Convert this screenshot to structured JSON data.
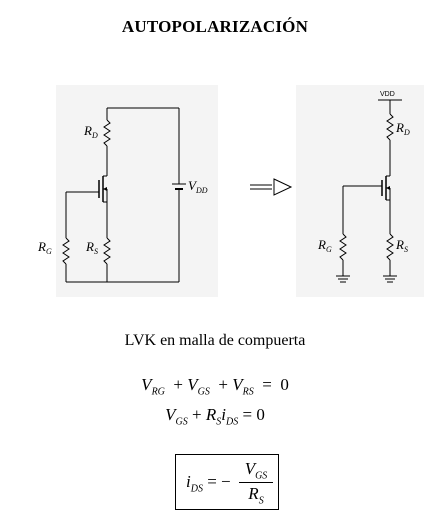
{
  "title": "AUTOPOLARIZACIÓN",
  "left_circuit": {
    "rd_main": "R",
    "rd_sub": "D",
    "rg_main": "R",
    "rg_sub": "G",
    "rs_main": "R",
    "rs_sub": "S",
    "vdd_main": "V",
    "vdd_sub": "DD"
  },
  "equivalence_symbol": "═▷",
  "right_circuit": {
    "vdd": "VDD",
    "rd_main": "R",
    "rd_sub": "D",
    "rg_main": "R",
    "rg_sub": "G",
    "rs_main": "R",
    "rs_sub": "S"
  },
  "section_heading": "LVK en malla de compuerta",
  "equation_1": {
    "t1": "V",
    "t1_sub": "RG",
    "op1": "+",
    "t2": "V",
    "t2_sub": "GS",
    "op2": "+",
    "t3": "V",
    "t3_sub": "RS",
    "eq": "=",
    "rhs": "0"
  },
  "equation_2": {
    "t1": "V",
    "t1_sub": "GS",
    "op1": "+",
    "t2": "R",
    "t2_sub": "S",
    "t3": "i",
    "t3_sub": "DS",
    "eq": "=",
    "rhs": "0"
  },
  "result": {
    "lhs": "i",
    "lhs_sub": "DS",
    "eq": "= −",
    "num": "V",
    "num_sub": "GS",
    "den": "R",
    "den_sub": "S"
  }
}
